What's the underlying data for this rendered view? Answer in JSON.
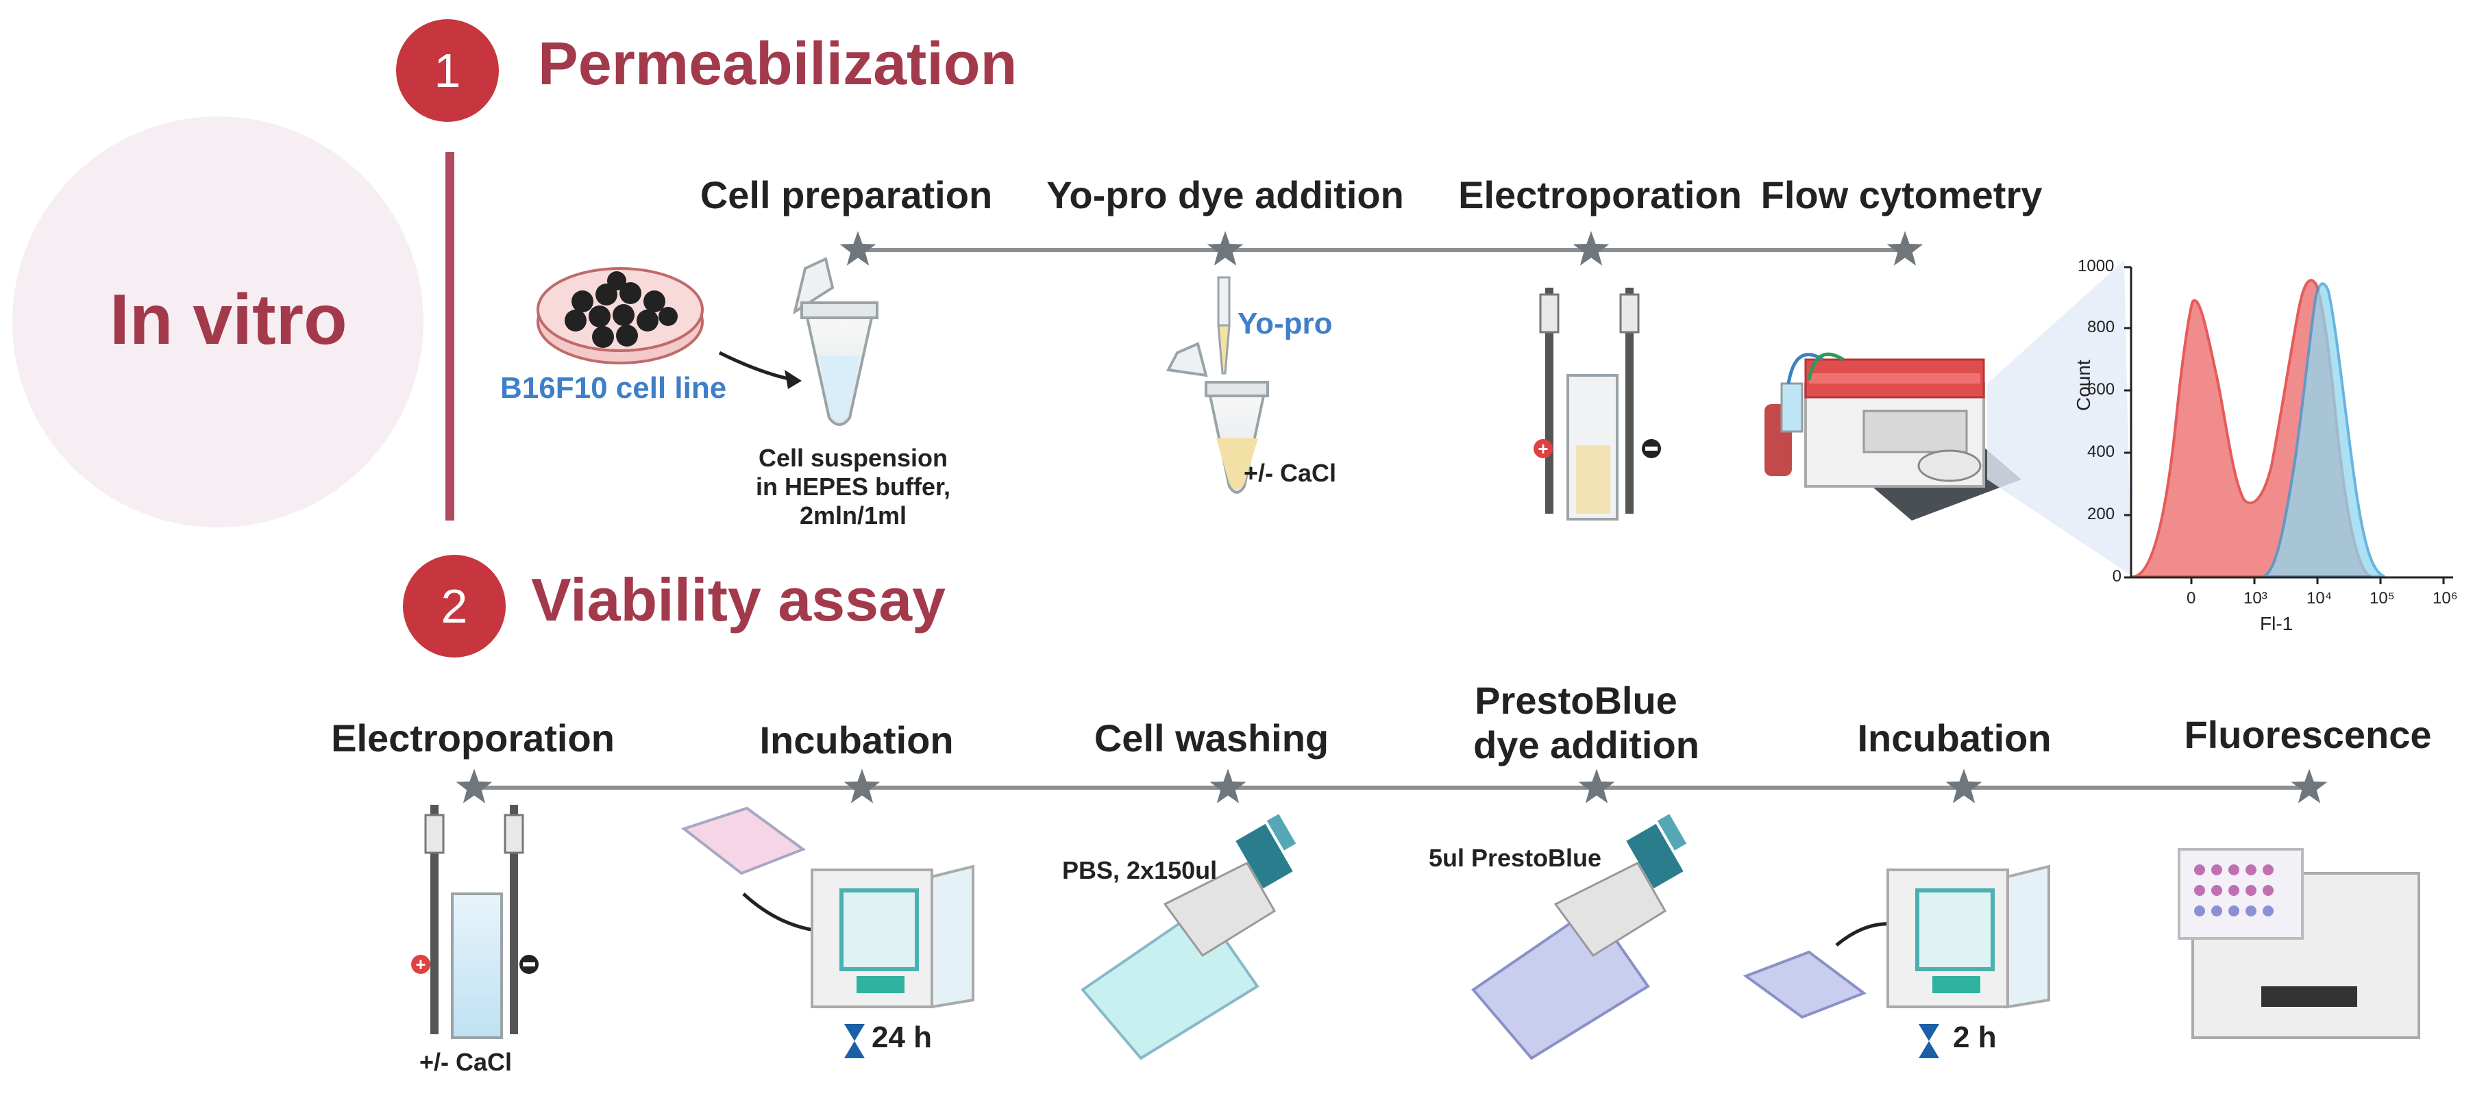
{
  "left_label": "In vitro",
  "section1": {
    "number": "1",
    "title": "Permeabilization"
  },
  "section2": {
    "number": "2",
    "title": "Viability assay"
  },
  "row1_steps": [
    "Cell preparation",
    "Yo-pro dye addition",
    "Electroporation",
    "Flow cytometry"
  ],
  "row1_captions": {
    "cell_line": "B16F10 cell line",
    "suspension": [
      "Cell suspension",
      "in HEPES buffer,",
      "2mln/1ml"
    ],
    "yopro": "Yo-pro",
    "cacl": "+/- CaCl"
  },
  "row2_steps": [
    "Electroporation",
    "Incubation",
    "Cell washing",
    "PrestoBlue",
    "dye addition",
    "Incubation",
    "Fluorescence"
  ],
  "row2_captions": {
    "cacl": "+/- CaCl",
    "incub1": "24 h",
    "pbs": "PBS, 2x150ul",
    "presto": "5ul PrestoBlue",
    "incub2": "2 h"
  },
  "histogram": {
    "ylabel": "Count",
    "xlabel": "Fl-1",
    "yticks": [
      "0",
      "200",
      "400",
      "600",
      "800",
      "1000"
    ],
    "xticks": [
      "0",
      "10³",
      "10⁴",
      "10⁵",
      "10⁶"
    ]
  },
  "colors": {
    "accent": "#a33a4c",
    "badge": "#c7353f",
    "timeline": "#8a8f94",
    "star": "#6f777c",
    "red_population": "#f08080",
    "blue_population": "#8fd8f0"
  }
}
